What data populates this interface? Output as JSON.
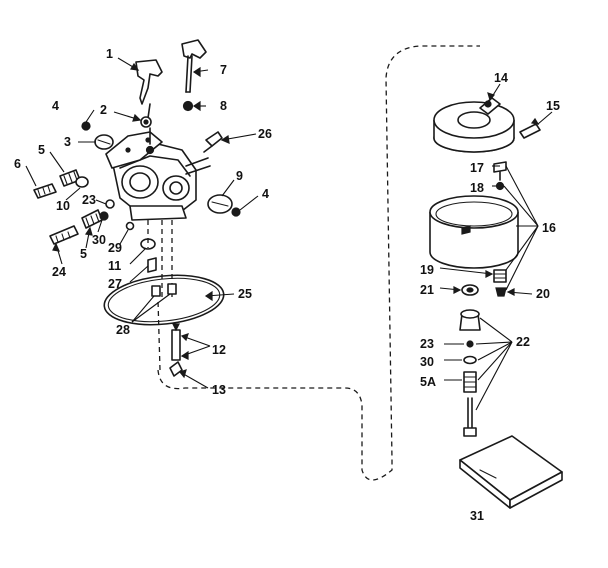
{
  "parts": [
    {
      "id": "p1",
      "label": "1"
    },
    {
      "id": "p2",
      "label": "2"
    },
    {
      "id": "p3",
      "label": "3"
    },
    {
      "id": "p4a",
      "label": "4"
    },
    {
      "id": "p4b",
      "label": "4"
    },
    {
      "id": "p5a",
      "label": "5"
    },
    {
      "id": "p5b",
      "label": "5"
    },
    {
      "id": "p6",
      "label": "6"
    },
    {
      "id": "p7",
      "label": "7"
    },
    {
      "id": "p8",
      "label": "8"
    },
    {
      "id": "p9",
      "label": "9"
    },
    {
      "id": "p10",
      "label": "10"
    },
    {
      "id": "p11",
      "label": "11"
    },
    {
      "id": "p12",
      "label": "12"
    },
    {
      "id": "p13",
      "label": "13"
    },
    {
      "id": "p14",
      "label": "14"
    },
    {
      "id": "p15",
      "label": "15"
    },
    {
      "id": "p16",
      "label": "16"
    },
    {
      "id": "p17",
      "label": "17"
    },
    {
      "id": "p18",
      "label": "18"
    },
    {
      "id": "p19",
      "label": "19"
    },
    {
      "id": "p20",
      "label": "20"
    },
    {
      "id": "p21",
      "label": "21"
    },
    {
      "id": "p22",
      "label": "22"
    },
    {
      "id": "p23a",
      "label": "23"
    },
    {
      "id": "p23b",
      "label": "23"
    },
    {
      "id": "p24",
      "label": "24"
    },
    {
      "id": "p25",
      "label": "25"
    },
    {
      "id": "p26",
      "label": "26"
    },
    {
      "id": "p27",
      "label": "27"
    },
    {
      "id": "p28",
      "label": "28"
    },
    {
      "id": "p29",
      "label": "29"
    },
    {
      "id": "p30a",
      "label": "30"
    },
    {
      "id": "p30b",
      "label": "30"
    },
    {
      "id": "p31",
      "label": "31"
    },
    {
      "id": "p5A",
      "label": "5A"
    }
  ]
}
